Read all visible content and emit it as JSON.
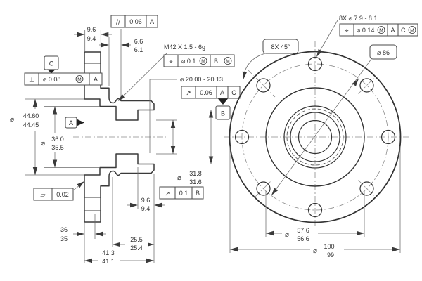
{
  "section_view": {
    "fcf_parallelism": {
      "symbol": "//",
      "tolerance": "0.06",
      "datum": "A"
    },
    "dim_plate_thickness": {
      "upper": "9.6",
      "lower": "9.4"
    },
    "dim_collar_length": {
      "upper": "6.6",
      "lower": "6.1"
    },
    "thread_callout": "M42 X 1.5 - 6g",
    "fcf_thread": {
      "symbol": "⌖",
      "tolerance": "⌀ 0.1",
      "mod1": "M",
      "datum": "B",
      "mod2": "M"
    },
    "datum_c": "C",
    "fcf_perpendicularity": {
      "symbol": "⊥",
      "tolerance": "⌀ 0.08",
      "mod": "M",
      "datum": "A"
    },
    "datum_a": "A",
    "dim_pilot_dia": {
      "dia": "⌀",
      "upper": "44.60",
      "lower": "44.45"
    },
    "dim_counterbore_dia": {
      "dia": "⌀",
      "upper": "36.0",
      "lower": "35.5"
    },
    "fcf_flatness": {
      "symbol": "▱",
      "tolerance": "0.02"
    },
    "dim_bore": "⌀ 20.00 - 20.13",
    "fcf_bore_runout": {
      "symbol": "↗",
      "tolerance": "0.06",
      "datum1": "A",
      "datum2": "C"
    },
    "datum_b": "B",
    "dim_spigot_dia": {
      "dia": "⌀",
      "upper": "31.8",
      "lower": "31.6"
    },
    "fcf_spigot_runout": {
      "symbol": "↗",
      "tolerance": "0.1",
      "datum": "B"
    },
    "dim_spigot_depth": {
      "upper": "9.6",
      "lower": "9.4"
    },
    "dim_counterbore_depth": {
      "upper": "36",
      "lower": "35"
    },
    "dim_thread_length": {
      "upper": "25.5",
      "lower": "25.4"
    },
    "dim_overall_length": {
      "upper": "41.3",
      "lower": "41.1"
    }
  },
  "front_view": {
    "dim_bolt_holes": "8X ⌀ 7.9 - 8.1",
    "fcf_bolt_holes": {
      "symbol": "⌖",
      "tolerance": "⌀ 0.14",
      "mod1": "M",
      "datum1": "A",
      "datum2": "C",
      "mod2": "M"
    },
    "dim_hole_angle": "8X 45°",
    "dim_bolt_circle": "⌀ 86",
    "dim_hub_dia": {
      "dia": "⌀",
      "upper": "57.6",
      "lower": "56.6"
    },
    "dim_flange_dia": {
      "dia": "⌀",
      "upper": "100",
      "lower": "99"
    }
  }
}
